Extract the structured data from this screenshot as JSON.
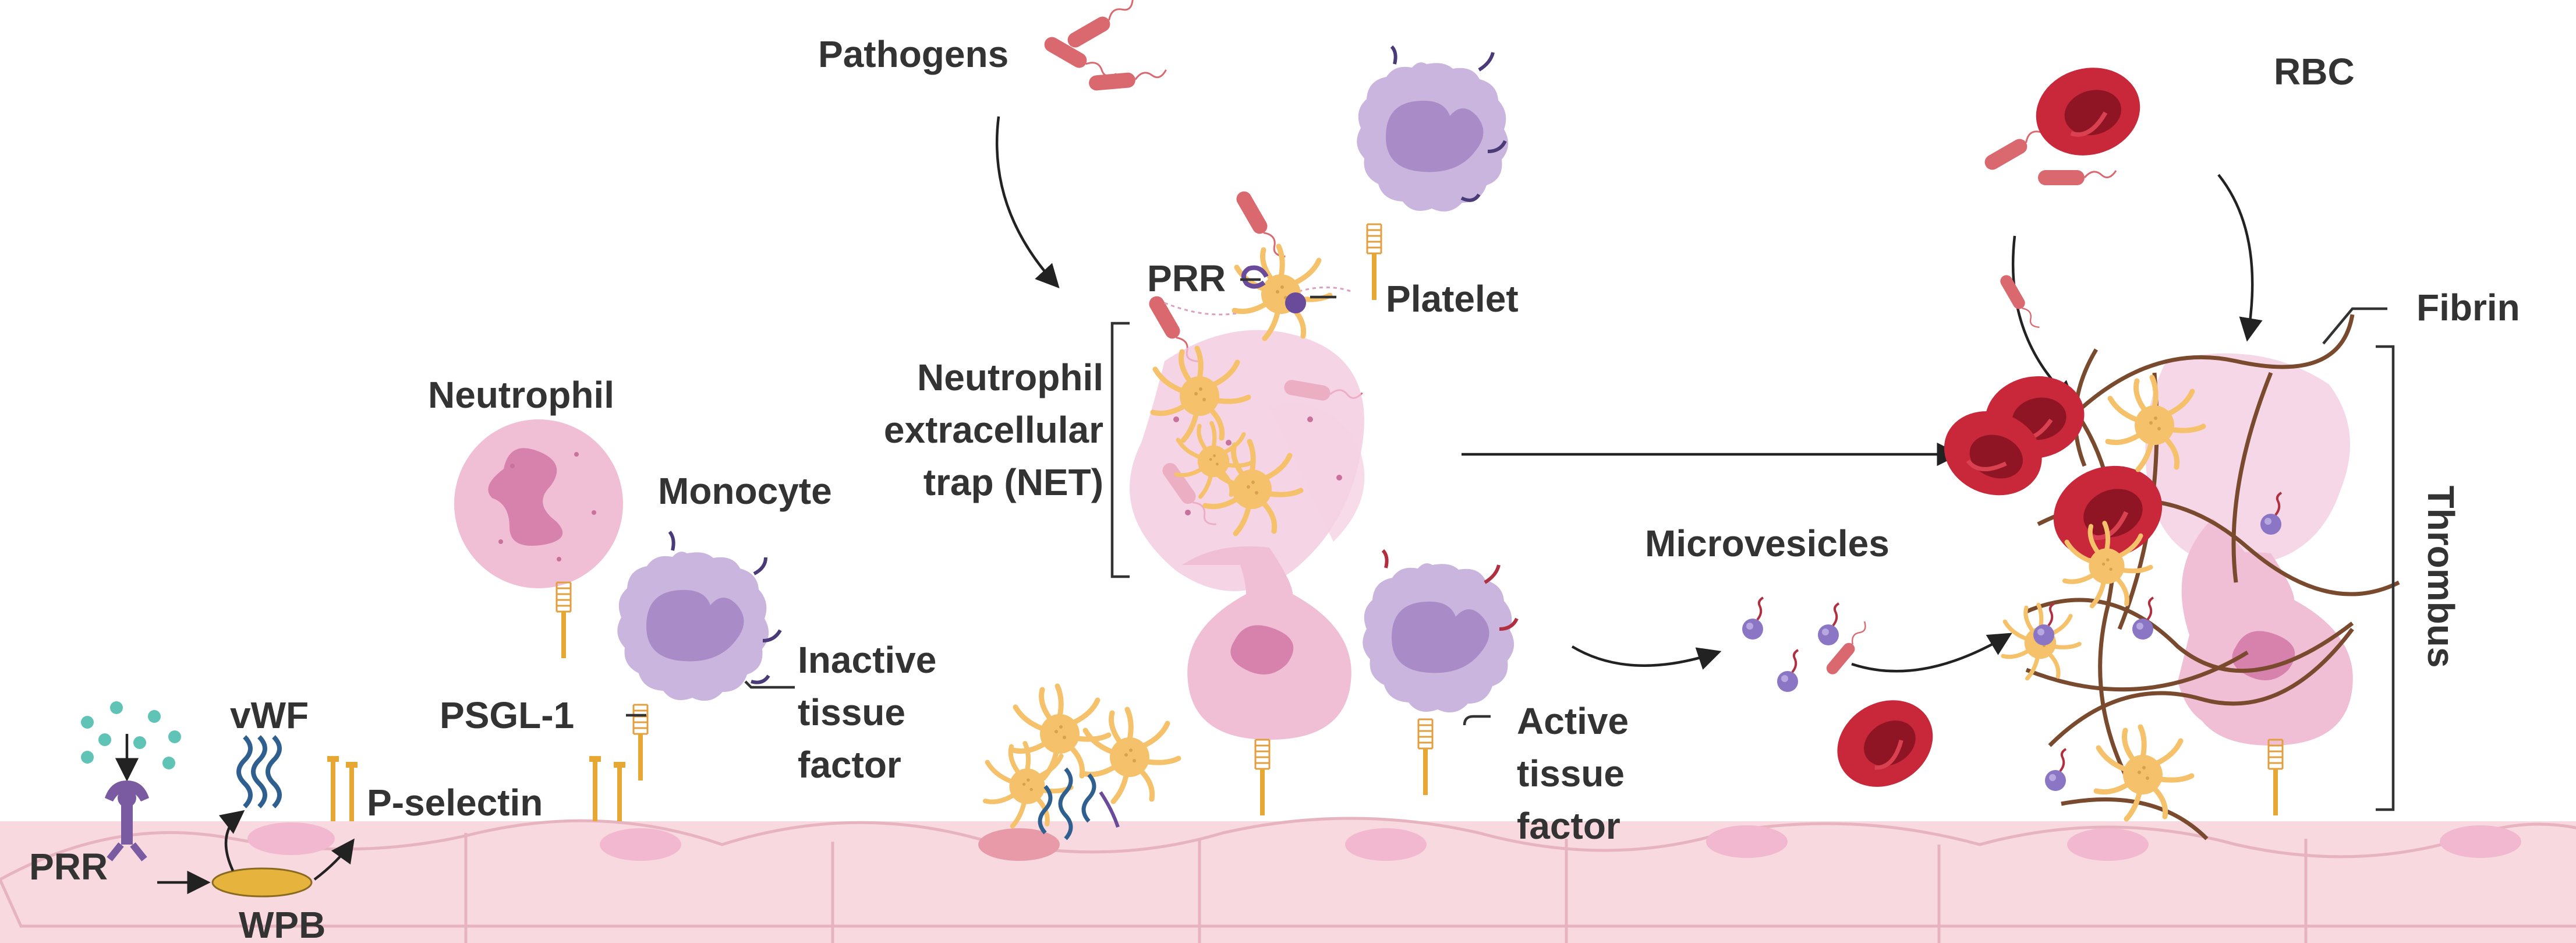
{
  "labels": {
    "pathogens": "Pathogens",
    "rbc": "RBC",
    "prr_top": "PRR",
    "platelet": "Platelet",
    "fibrin": "Fibrin",
    "net_line1": "Neutrophil",
    "net_line2": "extracellular",
    "net_line3": "trap (NET)",
    "neutrophil": "Neutrophil",
    "monocyte": "Monocyte",
    "microvesicles": "Microvesicles",
    "thrombus": "Thrombus",
    "inactive_line1": "Inactive",
    "inactive_line2": "tissue",
    "inactive_line3": "factor",
    "psgl1": "PSGL-1",
    "vwf": "vWF",
    "pselectin": "P-selectin",
    "prr_bottom": "PRR",
    "wpb": "WPB",
    "active_line1": "Active",
    "active_line2": "tissue",
    "active_line3": "factor"
  },
  "colors": {
    "endothelium": "#f7d9df",
    "endothelium_edge": "#e6b3bf",
    "nucleus_pink": "#f2b8cf",
    "neutrophil": "#f0bfd6",
    "neutrophil_nucleus": "#d782ad",
    "monocyte": "#c9b5dd",
    "monocyte_nucleus": "#a98bc8",
    "platelet": "#f5c26b",
    "rbc": "#c8283a",
    "rbc_dark": "#8f1525",
    "pathogen": "#d9696f",
    "fibrin": "#7a4a2e",
    "vwf": "#2f5f8f",
    "wpb": "#e6b43c",
    "receptor": "#7a5aa0",
    "text": "#333333"
  }
}
